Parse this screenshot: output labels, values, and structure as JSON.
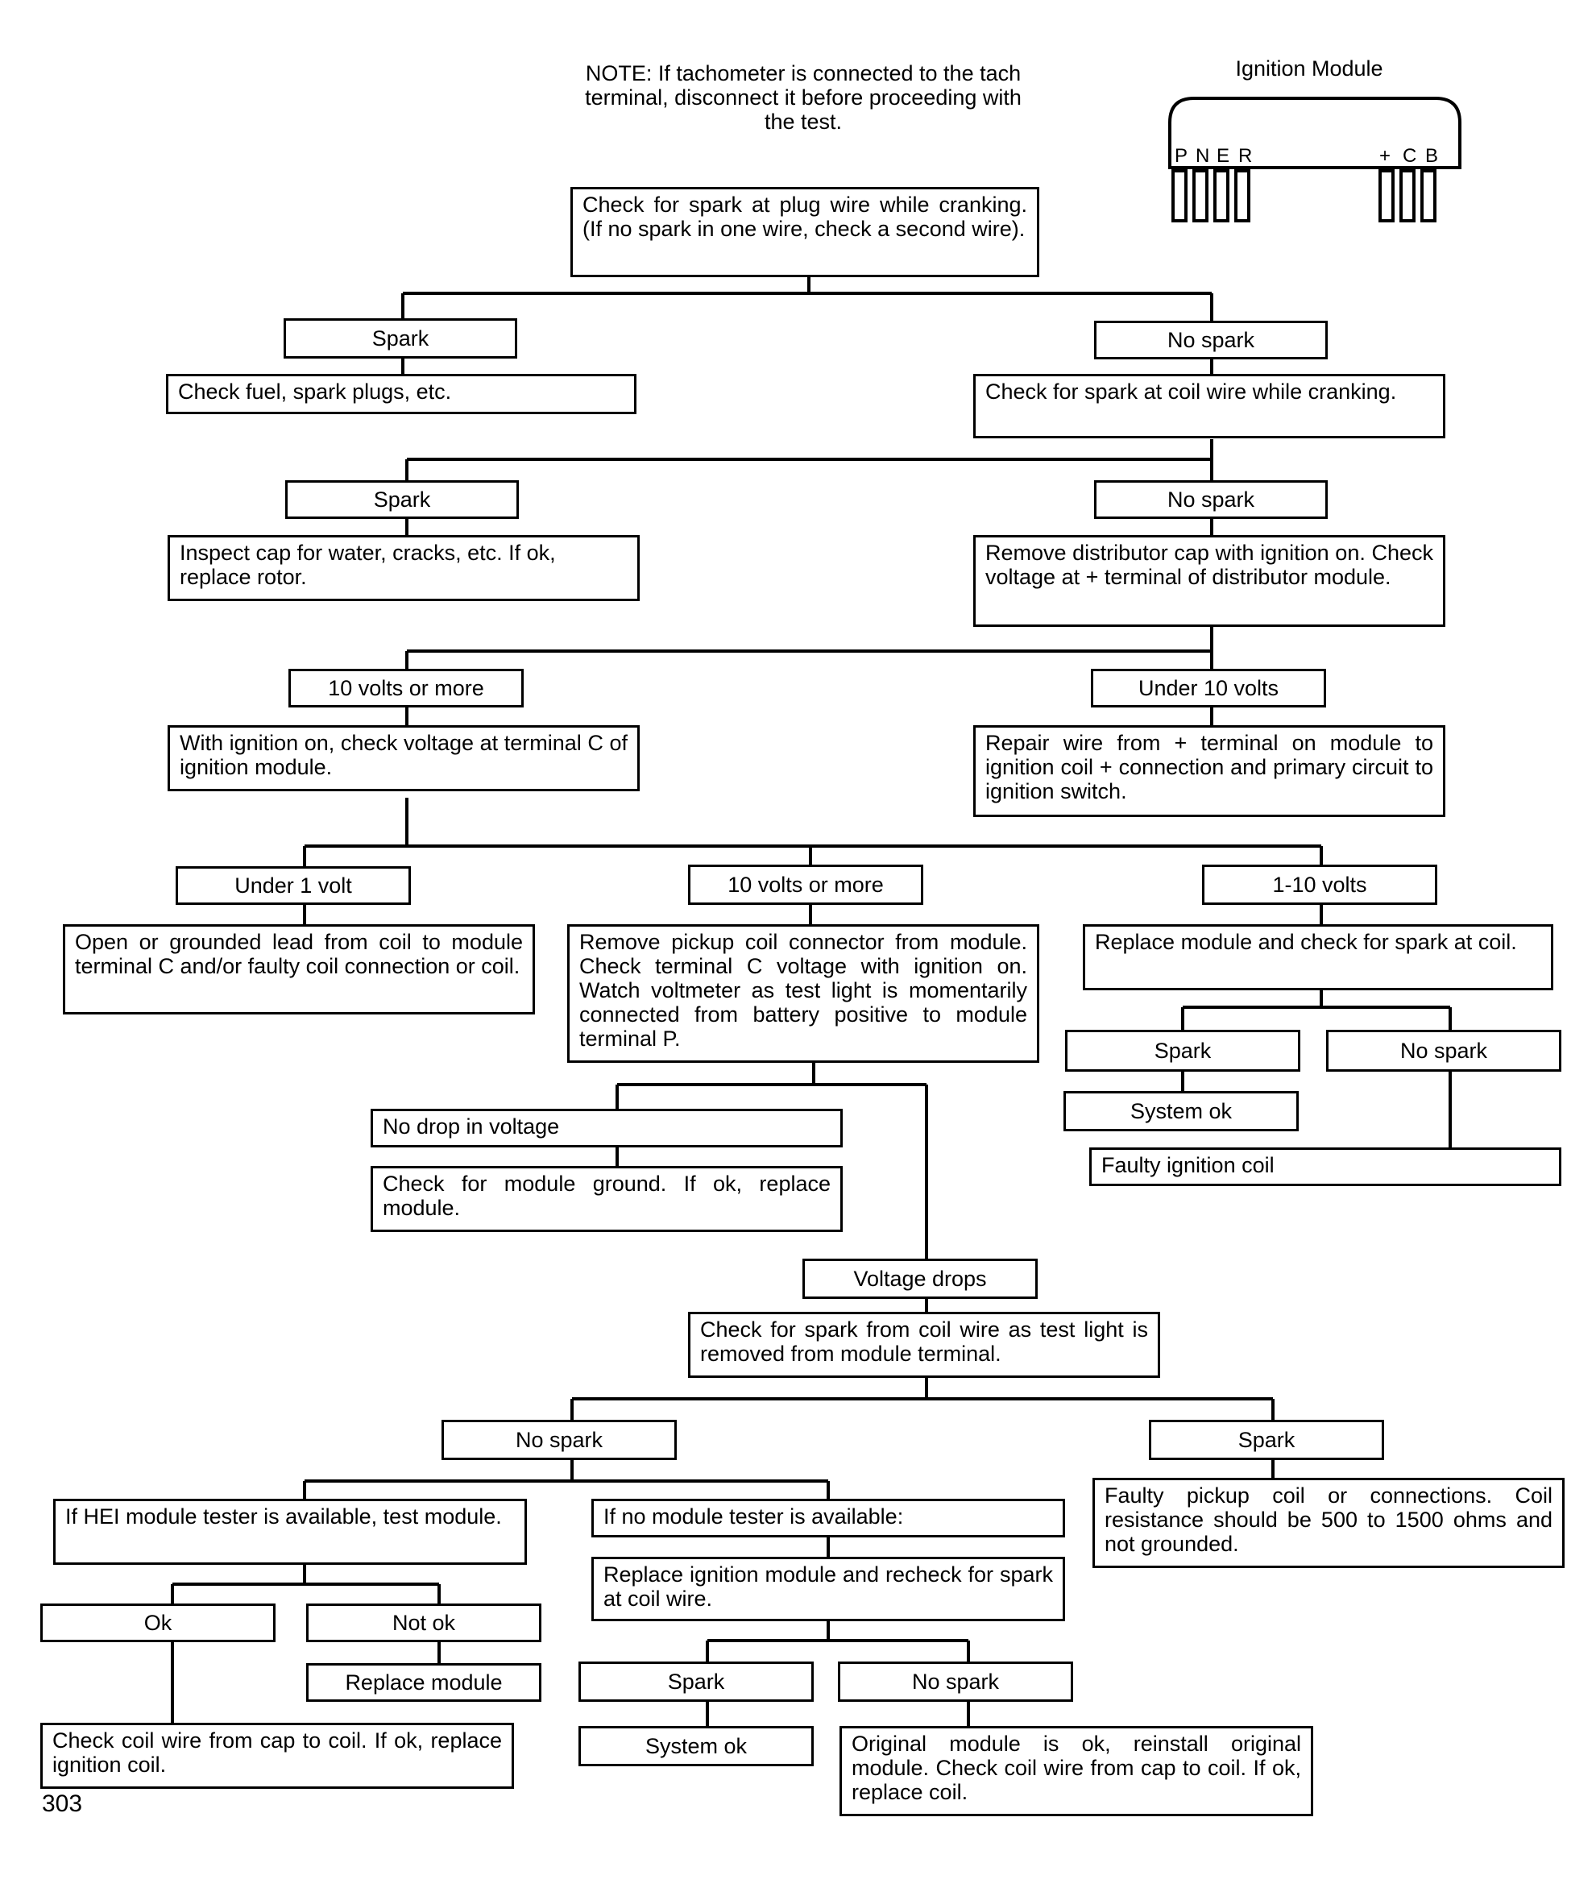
{
  "note": "NOTE: If tachometer is connected to the tach terminal, disconnect it before proceeding with the test.",
  "ignition_module": {
    "title": "Ignition Module",
    "terminals": [
      "P",
      "N",
      "E",
      "R",
      "+",
      "C",
      "B"
    ]
  },
  "flow": {
    "check_spark_plug": "Check for spark at plug wire while cranking. (If no spark in one wire, check a second wire).",
    "spark_1": "Spark",
    "check_fuel": "Check fuel, spark plugs, etc.",
    "no_spark_1": "No spark",
    "check_coil_wire": "Check for spark at coil wire while cranking.",
    "spark_2": "Spark",
    "inspect_cap": "Inspect cap for water, cracks, etc. If ok, replace rotor.",
    "no_spark_2": "No spark",
    "remove_cap": "Remove distributor cap with ignition on. Check voltage at + terminal of distributor module.",
    "ten_volts_1": "10 volts or more",
    "check_terminal_c": "With ignition on, check voltage at terminal C of ignition module.",
    "under_10": "Under 10 volts",
    "repair_wire": "Repair wire from + terminal on module to ignition coil + connection and primary circuit to ignition switch.",
    "under_1": "Under 1 volt",
    "open_lead": "Open or grounded lead from coil to module terminal C and/or faulty coil connection or coil.",
    "ten_volts_2": "10 volts or more",
    "remove_pickup": "Remove pickup coil connector from module. Check terminal C voltage with ignition on. Watch voltmeter as test light is momentarily connected from battery positive to module terminal P.",
    "one_ten": "1-10 volts",
    "replace_module_check": "Replace module and check for spark at coil.",
    "spark_3": "Spark",
    "no_spark_3": "No spark",
    "system_ok_1": "System ok",
    "faulty_coil": "Faulty ignition coil",
    "no_drop": "No drop in voltage",
    "check_ground": "Check for module ground. If ok, replace module.",
    "voltage_drops": "Voltage drops",
    "check_spark_test_light": "Check for spark from coil wire as test light is removed from module terminal.",
    "no_spark_4": "No spark",
    "spark_4": "Spark",
    "faulty_pickup": "Faulty pickup coil or connections. Coil resistance should be 500 to 1500 ohms and not grounded.",
    "hei_tester": "If HEI module tester is available, test module.",
    "no_tester": "If no module tester is available:",
    "ok": "Ok",
    "not_ok": "Not ok",
    "replace_module": "Replace module",
    "replace_recheck": "Replace ignition module and recheck for spark at coil wire.",
    "check_coil_wire_cap": "Check coil wire from cap to coil. If ok, replace ignition coil.",
    "spark_5": "Spark",
    "no_spark_5": "No spark",
    "system_ok_2": "System ok",
    "original_module": "Original module is ok, reinstall original module. Check coil wire from cap to coil. If ok, replace coil."
  },
  "page_number": "303"
}
